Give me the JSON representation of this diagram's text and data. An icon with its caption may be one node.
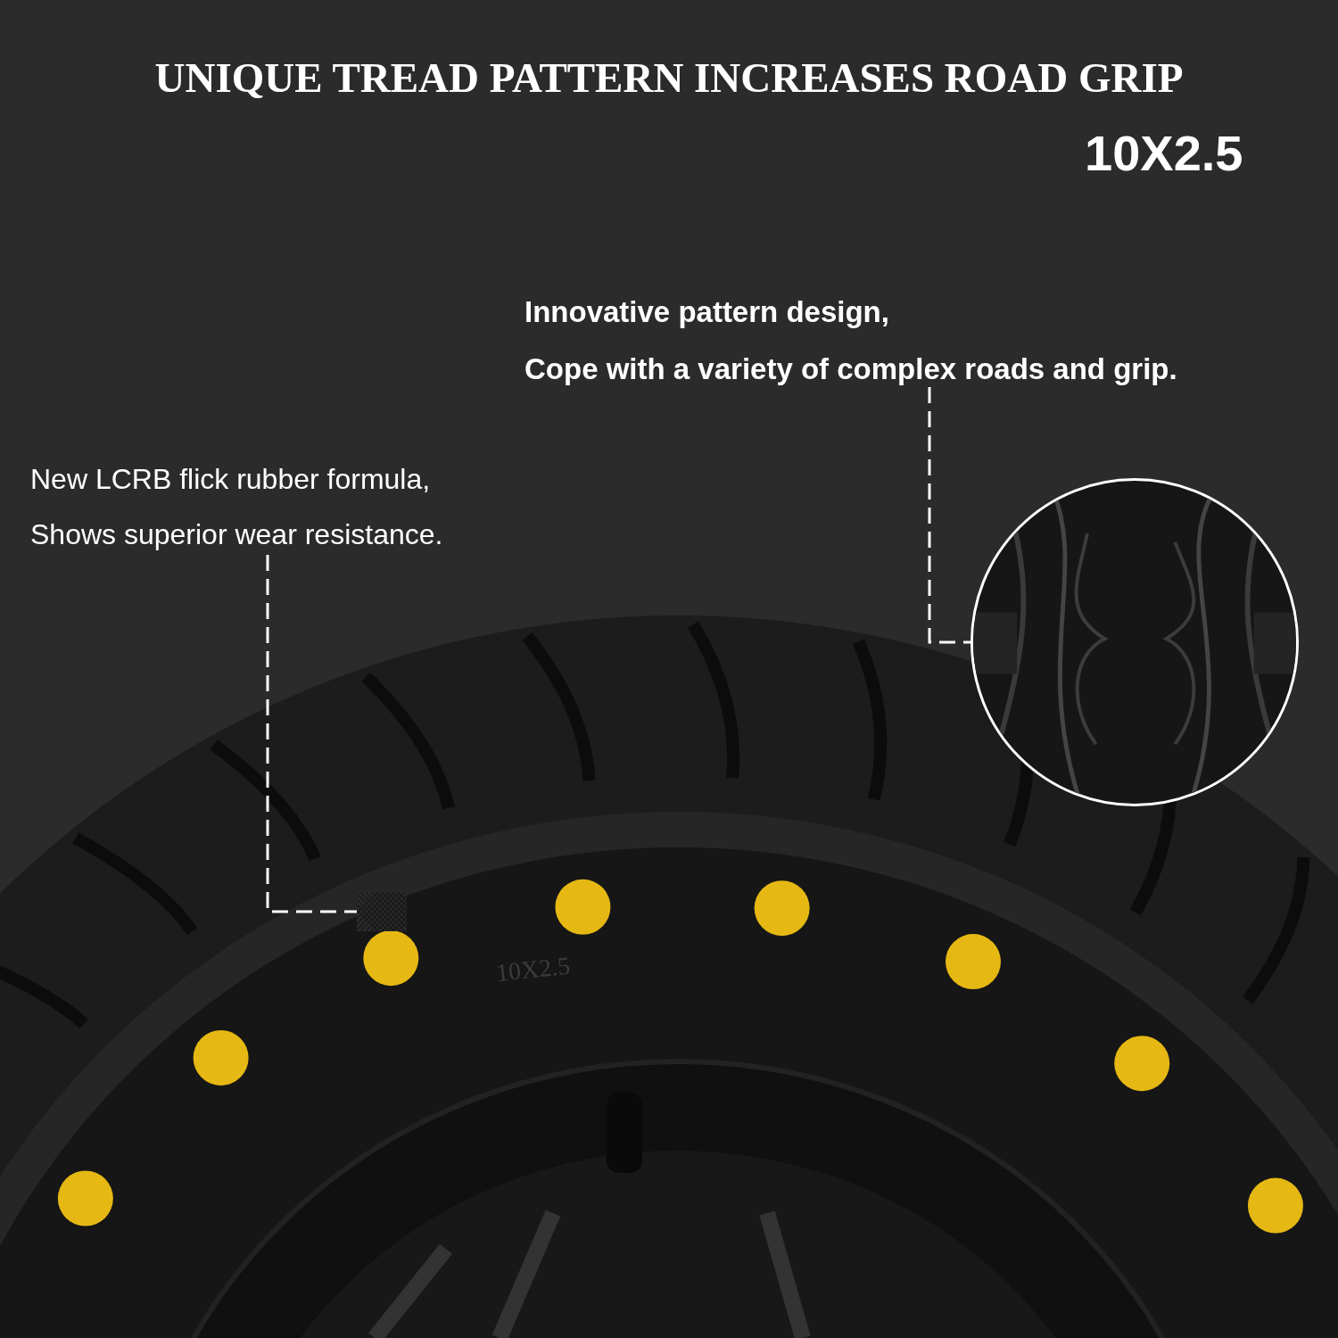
{
  "diagram": {
    "title": "UNIQUE TREAD PATTERN INCREASES ROAD GRIP",
    "nodes": [
      {
        "text": [
          "Innovative pattern design,",
          "Cope with a variety of complex roads and grip."
        ]
      },
      {
        "text": [],
        "shape": "picture"
      },
      {
        "text": [
          "New LCRB flick rubber formula,",
          "Shows superior wear resistance."
        ]
      },
      {
        "text": [],
        "shape": "picture"
      }
    ],
    "edges": [
      {
        "from": 0,
        "to": 1,
        "arrow": "none",
        "style": "dashed",
        "color": "#ffffff"
      },
      {
        "from": 2,
        "to": 3,
        "arrow": "none",
        "style": "dashed",
        "color": "#ffffff"
      }
    ],
    "labels": [
      "10X2.5",
      "10X2.5"
    ]
  }
}
